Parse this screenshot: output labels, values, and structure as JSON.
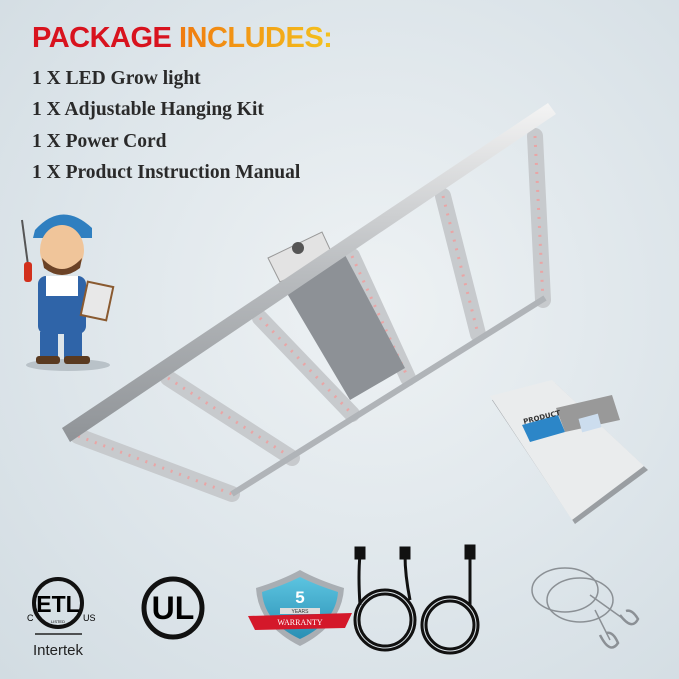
{
  "header": {
    "title_part1": "PACKAGE",
    "title_part2": "INCLUDES:"
  },
  "items": [
    "1 X LED Grow light",
    "1 X Adjustable Hanging Kit",
    "1 X Power Cord",
    "1 X Product Instruction Manual"
  ],
  "certifications": {
    "etl": {
      "mark": "ETL",
      "left": "C",
      "right": "US",
      "sub": "LISTED",
      "label": "Intertek"
    },
    "ul": {
      "mark": "UL"
    },
    "warranty": {
      "years": "5",
      "unit": "YEARS",
      "label": "WARRANTY"
    }
  },
  "manual": {
    "cover_text": "PRODUCT"
  },
  "colors": {
    "title_red": "#d8131e",
    "title_orange": "#f07a10",
    "warranty_blue": "#3fb0d0",
    "warranty_ribbon": "#d4182a"
  }
}
